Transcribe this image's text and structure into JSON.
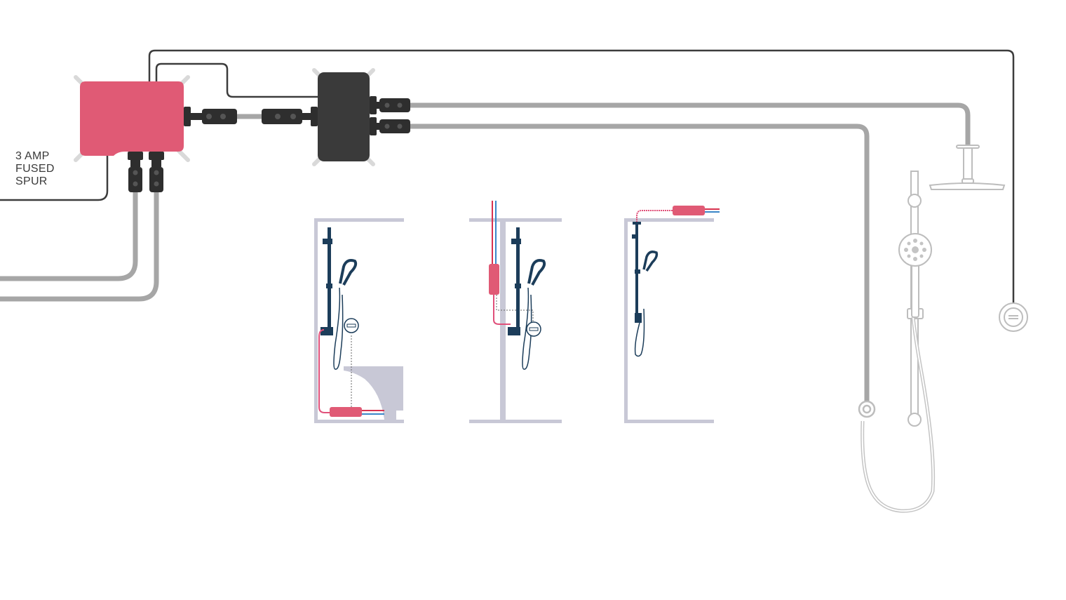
{
  "labels": {
    "spur_line_1": "3 AMP",
    "spur_line_2": "FUSED",
    "spur_line_3": "SPUR"
  },
  "colors": {
    "pump": "#e05a75",
    "hub": "#3a3a3a",
    "pipe": "#a6a6a6",
    "cable": "#3c3c3c",
    "wall": "#c8c8d6",
    "shower": "#1c3d5a",
    "hot_feed": "#d8324f",
    "cold_feed": "#3a86c8",
    "hose_pink": "#e0507a",
    "fixture": "#cfcfcf"
  },
  "icons": [
    "fused-spur-cable",
    "pump-unit",
    "control-hub",
    "ceiling-shower-head",
    "riser-rail",
    "handset",
    "wall-control-button",
    "wall-outlet"
  ]
}
